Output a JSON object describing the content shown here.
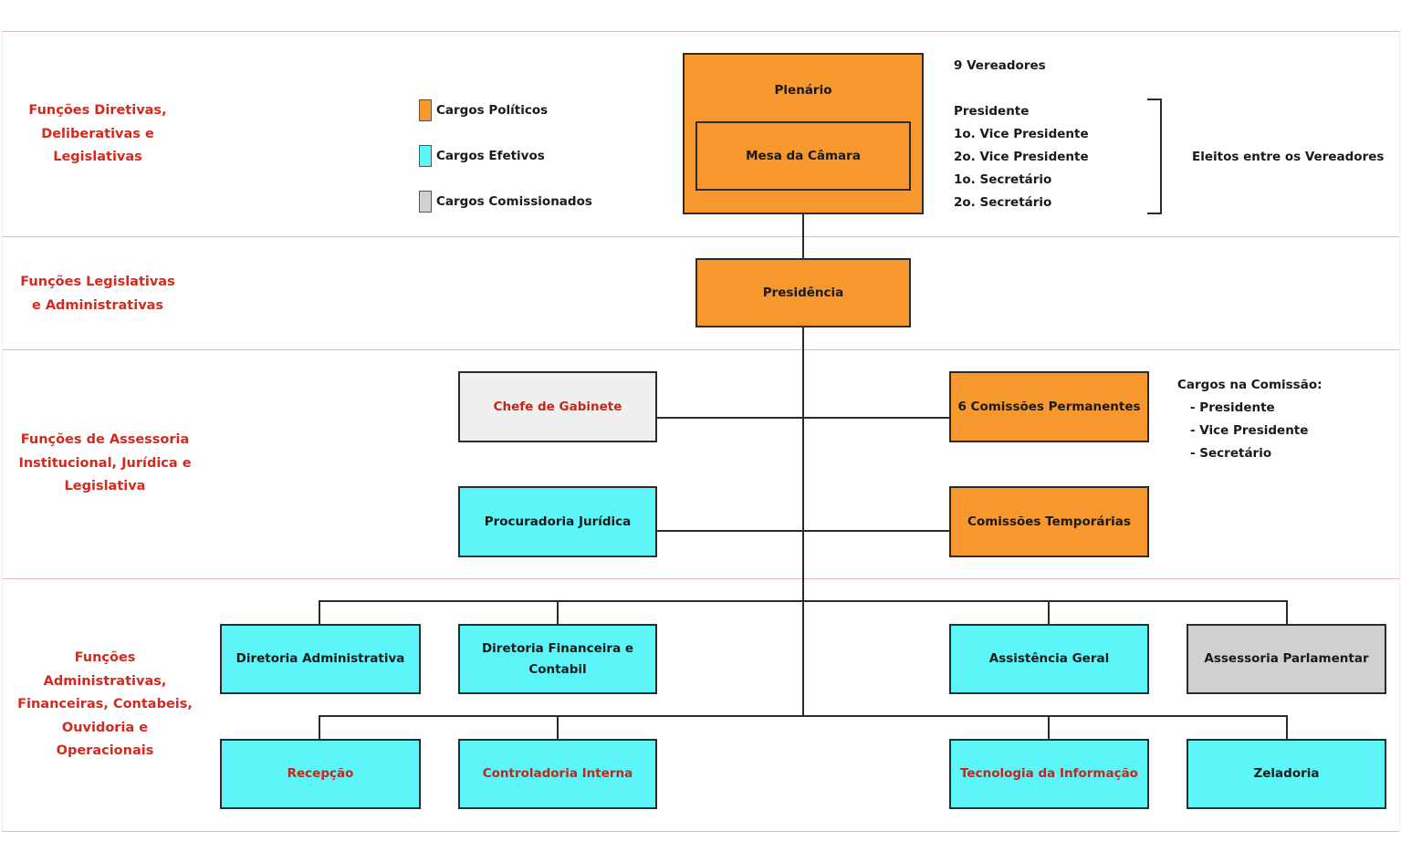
{
  "sections": [
    {
      "id": "diretivas",
      "label": "Funções Diretivas,\nDeliberativas e\nLegislativas"
    },
    {
      "id": "legislativas",
      "label": "Funções Legislativas\ne Administrativas"
    },
    {
      "id": "assessoria",
      "label": "Funções de Assessoria\nInstitucional, Jurídica e\nLegislativa"
    },
    {
      "id": "administrativas",
      "label": "Funções\nAdministrativas,\nFinanceiras, Contabeis,\nOuvidoria e\nOperacionais"
    }
  ],
  "legend": [
    {
      "label": "Cargos Políticos",
      "color": "#f7982f"
    },
    {
      "label": "Cargos Efetivos",
      "color": "#5cf5f8"
    },
    {
      "label": "Cargos Comissionados",
      "color": "#d0d0d0"
    }
  ],
  "units": {
    "plenario": "Plenário",
    "mesa": "Mesa da Câmara",
    "presidencia": "Presidência",
    "chefe_gabinete": "Chefe de Gabinete",
    "procuradoria": "Procuradoria Jurídica",
    "comissoes_permanentes": "6 Comissões Permanentes",
    "comissoes_temporarias": "Comissões Temporárias",
    "diretoria_administrativa": "Diretoria Administrativa",
    "diretoria_financeira": "Diretoria Financeira e\nContabil",
    "assistencia_geral": "Assistência Geral",
    "assessoria_parlamentar": "Assessoria Parlamentar",
    "recepcao": "Recepção",
    "controladoria": "Controladoria Interna",
    "tecnologia": "Tecnologia da Informação",
    "zeladoria": "Zeladoria"
  },
  "notes": {
    "vereadores": "9 Vereadores",
    "mesa_members": [
      "Presidente",
      "1o. Vice Presidente",
      "2o. Vice Presidente",
      "1o. Secretário",
      "2o. Secretário"
    ],
    "eleitos": "Eleitos entre os Vereadores",
    "comissao_title": "Cargos na Comissão:",
    "comissao_members": [
      "- Presidente",
      "- Vice Presidente",
      "- Secretário"
    ]
  }
}
